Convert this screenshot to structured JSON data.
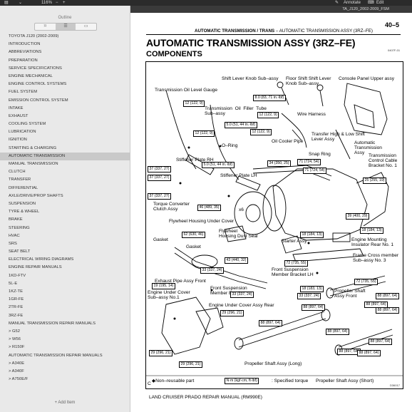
{
  "toolbar": {
    "zoom": "116%",
    "annotate_label": "Annotate",
    "edit_label": "Edit",
    "filename": "TA_J120_2002-2009_FSM"
  },
  "sidebar": {
    "title": "Outline",
    "add_item_label": "+ Add Item",
    "items": [
      "TOYOTA J120 (2002-2009)",
      "INTRODUCTION",
      "ABBREVIATIONS",
      "PREPARATION",
      "SERVICE SPECIFICATIONS",
      "ENGINE MECHANICAL",
      "ENGINE CONTROL SYSTEMS",
      "FUEL SYSTEM",
      "EMISSION CONTROL SYSTEM",
      "INTAKE",
      "EXHAUST",
      "COOLING SYSTEM",
      "LUBRICATION",
      "IGNITION",
      "STARTING & CHARGING",
      "AUTOMATIC TRANSMISSION",
      "MANUAL TRANSMISSION",
      "CLUTCH",
      "TRANSFER",
      "DIFFERENTIAL",
      "AXLE/DRIVE/PROP SHAFTS",
      "SUSPENSION",
      "TYRE & WHEEL",
      "BRAKE",
      "STEERING",
      "HVAC",
      "SRS",
      "SEAT BELT",
      "ELECTRICAL WIRING DIAGRAMS",
      "ENGINE REPAIR MANUALS",
      "1KD-FTV",
      "5L-E",
      "1KZ-TE",
      "1GR-FE",
      "2TR-FE",
      "3RZ-FE",
      "MANUAL TRANSMISSION REPAIR MANUALS",
      "> G52",
      "> W56",
      "> R150F",
      "AUTOMATIC TRANSMISSION REPAIR MANUALS",
      "> A340E",
      "> A340F",
      "> A750E/F"
    ],
    "selected_index": 15
  },
  "page": {
    "page_number": "40–5",
    "running_head_bold": "AUTOMATIC TRANSMISSION / TRANS",
    "running_head_rest": "–   AUTOMATIC TRANSMISSION ASSY (3RZ–FE)",
    "main_title": "AUTOMATIC TRANSMISSION ASSY (3RZ–FE)",
    "subtitle": "COMPONENTS",
    "code_top": "0407F-01",
    "code_bottom": "D36017",
    "footer": "LAND CRUISER PRADO REPAIR MANUAL   (RM990E)"
  },
  "diagram": {
    "labels": {
      "shift_knob": "Shift Lever Knob Sub–assy",
      "floor_shift": "Floor Shift Shift Lever\nKnob Sub–assy",
      "console_panel": "Console Panel Upper assy",
      "gauge": "Transmission Oil Level Gauge",
      "filler_tube": "Transmission  Oil  Filler  Tube\nSub–assy",
      "wire_harness": "Wire Harness",
      "oring": "O–Ring",
      "cooler_pipe": "Oil Cooler Pipe",
      "transfer_lever": "Transfer High & Low Shift\nLever Assy",
      "at_assy": "Automatic\nTransmission\nAssy",
      "cable_bracket": "Transmission\nControl Cable\nBracket No. 1",
      "stiff_rh": "Stiffener Plate RH",
      "stiff_lh": "Stiffener Plate LH",
      "snap_ring": "Snap Ring",
      "converter": "Torque Converter\nClutch Assy",
      "x6": "x6",
      "flywheel_cover": "Flywheel Housing Under Cover",
      "gasket1": "Gasket",
      "flywheel_seal": "Flywheel\nHousing Dust Seal",
      "starter": "Starter Assy",
      "insulator": "Engine Mounting\nInsulator Rear No. 1",
      "gasket2": "Gasket",
      "frame_cross": "Frame Cross member\nSub–assy No. 3",
      "fr_susp_lh": "Front Suspension\nMember Bracket LH",
      "exhaust": "Exhaust Pipe Assy Front",
      "fr_susp_bracket": "Front Suspension\nMember Bracket",
      "under_no1": "Engine Under Cover\nSub–assy No.1",
      "under_rear": "Engine Under Cover Assy Rear",
      "prop_front": "Propeller Shaft\nAssy Front",
      "prop_long": "Propeller Shaft Assy (Long)",
      "prop_short": "Propeller Shaft Assy (Short)",
      "legend_nonreuse": "◆Non–reusable part",
      "legend_torque_box": "N·m (kgf·cm, ft·lbf)",
      "legend_torque": ": Specified torque",
      "corner_c": "C"
    },
    "torques": [
      "8.0 (83, 71 in.·lbf)",
      "12 (122, 9)",
      "12 (122, 9)",
      "12 (122, 9)",
      "5.0 (51, 44 in.·lbf)",
      "12 (122, 9)",
      "5.0 (51, 44 in.·lbf)",
      "34 (350, 25)",
      "71 (724, 54)",
      "71 (724, 54)",
      "37 (337, 27)",
      "37 (337, 27)",
      "25 (255, 19)",
      "37 (337, 27)",
      "46 (489, 35)",
      "39 (400, 29)",
      "62 (630, 46)",
      "18 (184, 13)",
      "18 (184, 13)",
      "43 (440, 32)",
      "72 (735, 55)",
      "33 (337, 24)",
      "72 (735, 55)",
      "19 (195, 14)",
      "18 (183, 13)",
      "33 (337, 24)",
      "33 (337, 24)",
      "88 (897, 64)",
      "88 (897, 64)",
      "88 (897, 64)",
      "88 (897, 64)",
      "29 (296, 21)",
      "88 (897, 64)",
      "29 (296, 21)",
      "88 (897, 64)",
      "29 (296, 21)",
      "88 (897, 64)",
      "88 (897, 64)",
      "88 (897, 64)"
    ]
  }
}
